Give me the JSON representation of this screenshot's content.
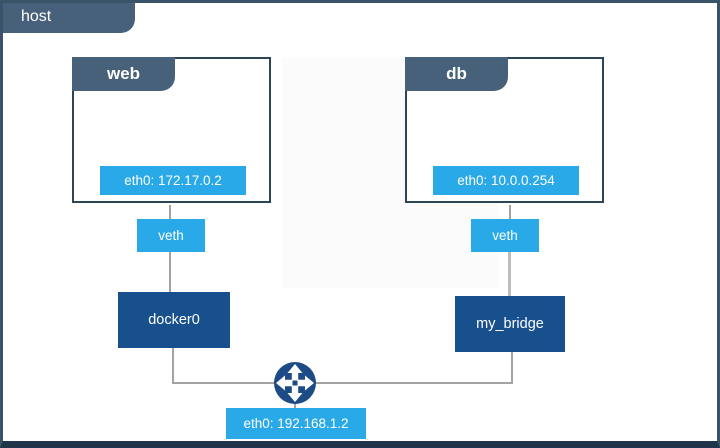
{
  "host": {
    "label": "host",
    "interface_label": "eth0: 192.168.1.2"
  },
  "containers": [
    {
      "name": "web",
      "interface": "eth0: 172.17.0.2",
      "veth_label": "veth",
      "bridge": "docker0"
    },
    {
      "name": "db",
      "interface": "eth0: 10.0.0.254",
      "veth_label": "veth",
      "bridge": "my_bridge"
    }
  ],
  "icons": {
    "router": "four-way-arrows-router-icon"
  },
  "colors": {
    "tab_slate": "#47617a",
    "box_border": "#2e4558",
    "light_blue": "#29a9e8",
    "bridge_navy": "#17508c",
    "router_navy": "#1d4b86",
    "line_gray": "#a3a3a3",
    "frame_bottom": "#20344a"
  }
}
